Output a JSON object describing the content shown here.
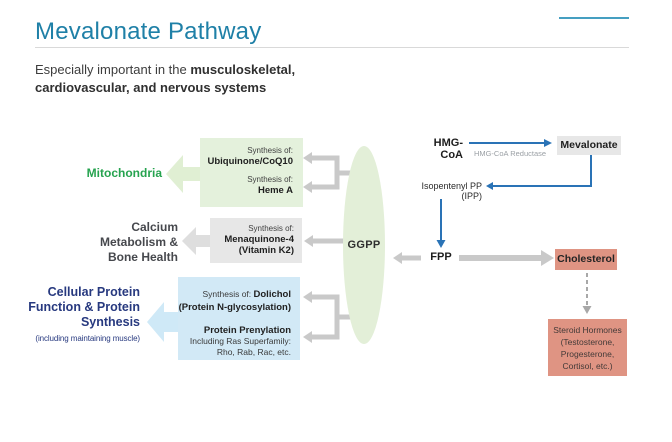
{
  "header": {
    "title": "Mevalonate Pathway",
    "subtitle_prefix": "Especially important in the ",
    "subtitle_bold_line1": "musculoskeletal,",
    "subtitle_bold_line2": "cardiovascular, and nervous systems"
  },
  "organs": {
    "mitochondria": "Mitochondria",
    "calcium_line1": "Calcium",
    "calcium_line2": "Metabolism &",
    "calcium_line3": "Bone Health",
    "cellular_line1": "Cellular Protein",
    "cellular_line2": "Function & Protein",
    "cellular_line3": "Synthesis",
    "cellular_note": "(including maintaining muscle)"
  },
  "synthesis_boxes": {
    "mito": {
      "label1": "Synthesis of:",
      "product1": "Ubiquinone/CoQ10",
      "label2": "Synthesis of:",
      "product2": "Heme A"
    },
    "bone": {
      "label": "Synthesis of:",
      "product": "Menaquinone-4",
      "product_sub": "(Vitamin K2)"
    },
    "protein": {
      "label": "Synthesis of: ",
      "product1": "Dolichol",
      "product1_sub": "(Protein N-glycosylation)",
      "product2": "Protein Prenylation",
      "product2_sub1": "Including Ras Superfamily:",
      "product2_sub2": "Rho, Rab, Rac, etc."
    }
  },
  "pathway": {
    "hmg_coa": "HMG-CoA",
    "enzyme": "HMG-CoA Reductase",
    "mevalonate": "Mevalonate",
    "ipp": "Isopentenyl PP (IPP)",
    "fpp": "FPP",
    "ggpp": "GGPP",
    "cholesterol": "Cholesterol",
    "steroid_line1": "Steroid Hormones",
    "steroid_line2": "(Testosterone,",
    "steroid_line3": "Progesterone,",
    "steroid_line4": "Cortisol, etc.)"
  },
  "colors": {
    "title_teal": "#1f80a7",
    "accent_line": "#459fc1",
    "mitochondria_green": "#26a34f",
    "cellular_blue": "#27397f",
    "organ_dark": "#46484d",
    "green_fill": "#e4f1dc",
    "gray_fill": "#e7e7e7",
    "blue_fill": "#d2e9f6",
    "salmon_fill": "#df9483",
    "arrow_gray": "#c9c9c9",
    "arrow_blue": "#2a73b6"
  }
}
